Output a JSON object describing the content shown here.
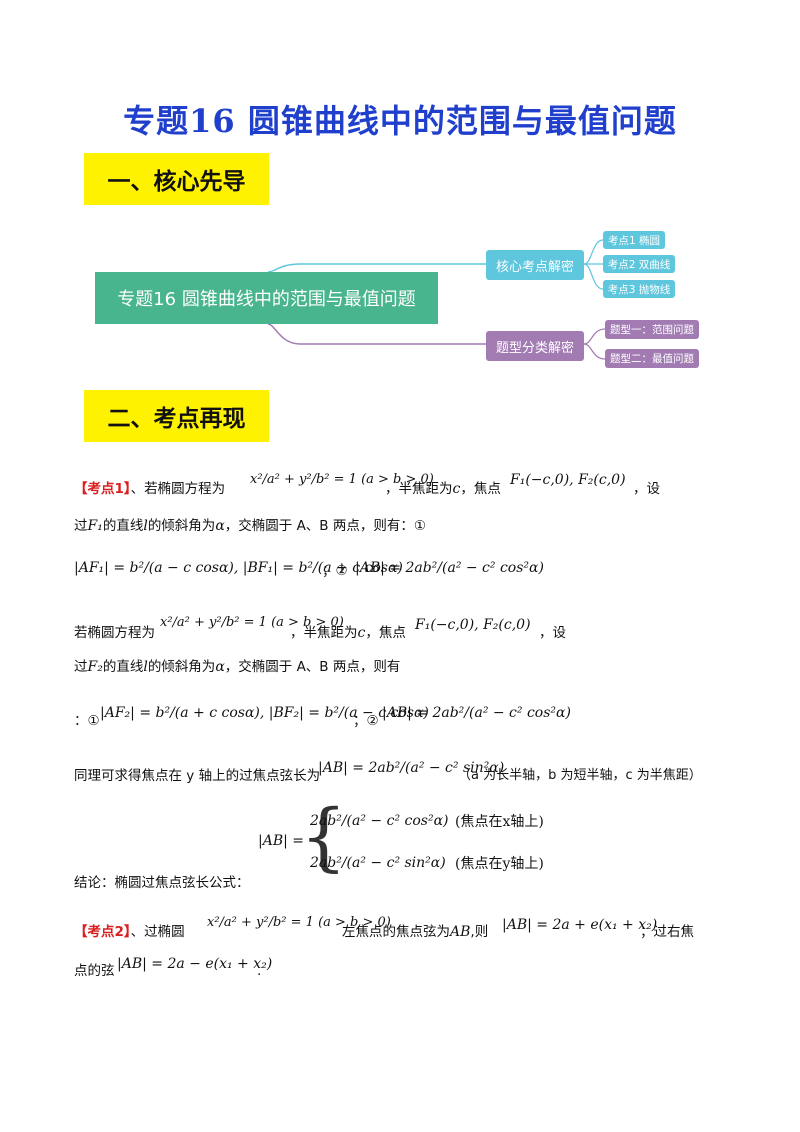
{
  "title": "专题16  圆锥曲线中的范围与最值问题",
  "sections": {
    "s1": "一、核心先导",
    "s2": "二、考点再现"
  },
  "mindmap": {
    "center": "专题16 圆锥曲线中的范围与最值问题",
    "branch1": {
      "label": "核心考点解密",
      "leaves": [
        "考点1 椭圆",
        "考点2 双曲线",
        "考点3 抛物线"
      ]
    },
    "branch2": {
      "label": "题型分类解密",
      "leaves": [
        "题型一：范围问题",
        "题型二：最值问题"
      ]
    },
    "colors": {
      "center": "#48b58e",
      "branch1": "#5ec7de",
      "branch2": "#a27bb3"
    }
  },
  "k1": {
    "tag": "【考点1】",
    "l1a": "、若椭圆方程为",
    "eq": "x²/a² + y²/b² = 1 (a > b > 0)",
    "l1b": "，半焦距为",
    "c": "c",
    "l1c": "，焦点",
    "foci": "F₁(−c,0), F₂(c,0)",
    "l1d": "，设",
    "l2a": "过",
    "f1": "F₁",
    "l2b": "的直线",
    "l": "l",
    "l2c": "的倾斜角为",
    "alpha": "α",
    "l2d": "，交椭圆于 A、B 两点，则有：①",
    "af1": "|AF₁| = b²/(a − c cosα), |BF₁| = b²/(a + c cosα)",
    "sep2": "；②",
    "ab": "|AB| = 2ab²/(a² − c² cos²α)",
    "l4a": "若椭圆方程为",
    "l4b": "，半焦距为",
    "l4c": "，焦点",
    "l4d": "，设",
    "l5a": "过",
    "f2": "F₂",
    "l5b": "的直线",
    "l5c": "的倾斜角为",
    "l5d": "，交椭圆于 A、B 两点，则有",
    "sep1b": "：①",
    "af2": "|AF₂| = b²/(a + c cosα), |BF₂| = b²/(a − c cosα)",
    "sep2b": "；②",
    "ab2": "|AB| = 2ab²/(a² − c² cos²α)",
    "l7a": "同理可求得焦点在 y 轴上的过焦点弦长为",
    "ab_sin": "|AB| = 2ab²/(a² − c² sin²α)",
    "l7b": "（a 为长半轴，b 为短半轴，c 为半焦距）",
    "concl": "结论：椭圆过焦点弦长公式：",
    "case1": "2ab²/(a² − c² cos²α)",
    "case1_note": "(焦点在x轴上)",
    "case2": "2ab²/(a² − c² sin²α)",
    "case2_note": "(焦点在y轴上)"
  },
  "k2": {
    "tag": "【考点2】",
    "t1": "、过椭圆",
    "t2": "左焦点的焦点弦为",
    "ab": "AB",
    "t3": ",则",
    "f_left": "|AB| = 2a + e(x₁ + x₂)",
    "t4": "；过右焦",
    "t5": "点的弦",
    "f_right": "|AB| = 2a − e(x₁ + x₂)",
    "t6": "."
  }
}
